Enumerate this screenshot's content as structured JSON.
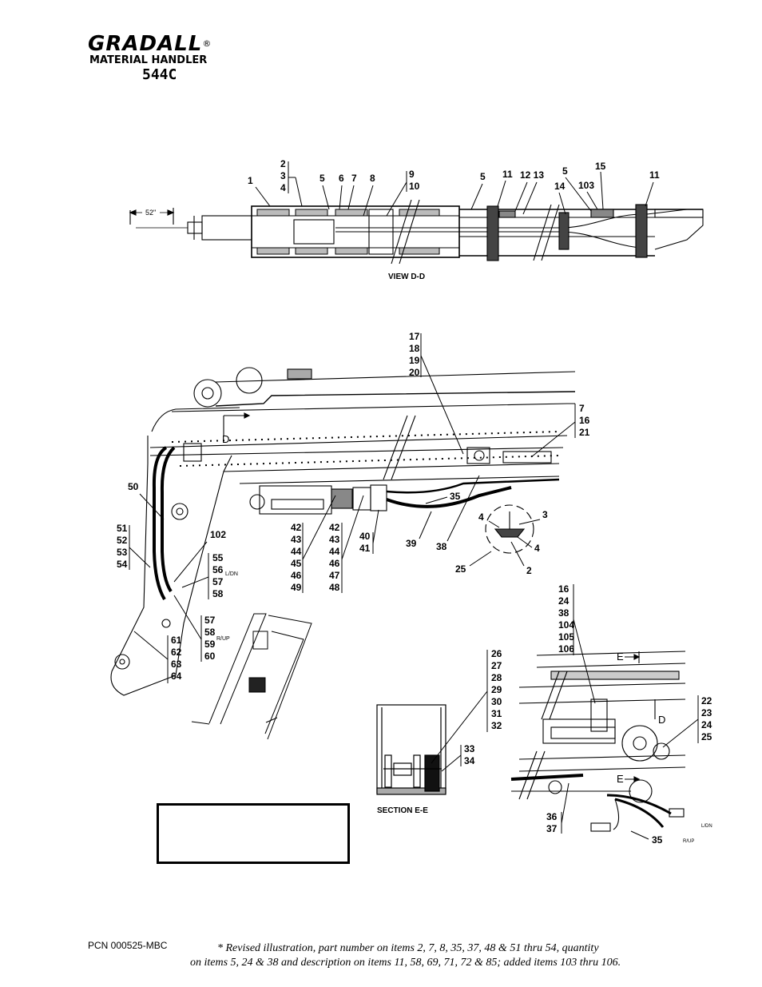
{
  "brand": {
    "logo": "GRADALL",
    "registered": "®",
    "subtitle": "MATERIAL HANDLER",
    "model": "544C"
  },
  "views": {
    "view_dd": "VIEW D-D",
    "section_ee": "SECTION E-E"
  },
  "dimension": "52\"",
  "markers": {
    "d": "D",
    "e": "E"
  },
  "flow_labels": {
    "ldn": "L/DN",
    "rup": "R/UP"
  },
  "callouts_top": {
    "c1": "1",
    "c2to4": [
      "2",
      "3",
      "4"
    ],
    "c5a": "5",
    "c6": "6",
    "c7": "7",
    "c8": "8",
    "c9to10": [
      "9",
      "10"
    ],
    "c5b": "5",
    "c11a": "11",
    "c12_13": "12 13",
    "c5c": "5",
    "c14": "14",
    "c103": "103",
    "c15": "15",
    "c11b": "11"
  },
  "callouts_main": {
    "g17": [
      "17",
      "18",
      "19",
      "20"
    ],
    "g7": [
      "7",
      "16",
      "21"
    ],
    "c50": "50",
    "g51": [
      "51",
      "52",
      "53",
      "54"
    ],
    "c102": "102",
    "g55": [
      "55",
      "56",
      "57",
      "58"
    ],
    "g57": [
      "57",
      "58",
      "59",
      "60"
    ],
    "g61": [
      "61",
      "62",
      "63",
      "64"
    ],
    "g42a": [
      "42",
      "43",
      "44",
      "45",
      "46",
      "49"
    ],
    "g42b": [
      "42",
      "43",
      "44",
      "46",
      "47",
      "48"
    ],
    "g40": [
      "40",
      "41"
    ],
    "c35": "35",
    "c39": "39",
    "c38": "38",
    "c3": "3",
    "c4a": "4",
    "c4b": "4",
    "c25": "25",
    "c2": "2"
  },
  "callouts_detail": {
    "g16": [
      "16",
      "24",
      "38",
      "104",
      "105",
      "106"
    ],
    "g26": [
      "26",
      "27",
      "28",
      "29",
      "30",
      "31",
      "32"
    ],
    "g33": [
      "33",
      "34"
    ],
    "g22": [
      "22",
      "23",
      "24",
      "25"
    ],
    "g36": [
      "36",
      "37"
    ],
    "c35": "35"
  },
  "footer": {
    "pcn": "PCN 000525-MBC",
    "note_line1": "* Revised illustration, part number on items 2, 7, 8, 35, 37, 48 & 51 thru 54, quantity",
    "note_line2": "on items 5, 24 & 38 and description on items 11, 58, 69, 71, 72 & 85; added items 103 thru 106."
  }
}
